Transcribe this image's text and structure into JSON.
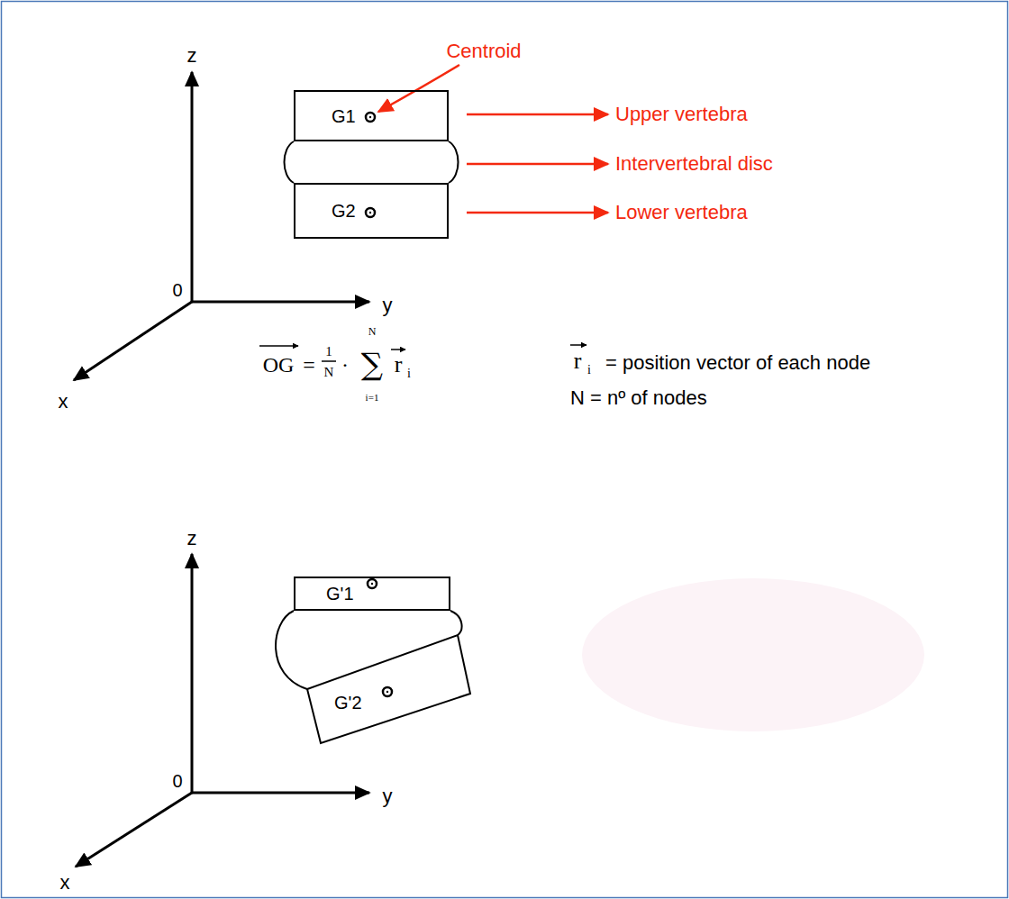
{
  "diagram": {
    "nodes": [
      {
        "text": [
          "G1"
        ]
      },
      {
        "text": [
          "G2"
        ]
      },
      {
        "text": [
          "G'1"
        ]
      },
      {
        "text": [
          "G'2"
        ]
      }
    ],
    "labels": [
      "z",
      "y",
      "0",
      "x",
      "Centroid",
      "Upper vertebra",
      "Intervertebral disc",
      "Lower vertebra",
      "OG",
      "=",
      "1",
      "N",
      "·",
      "∑",
      "N",
      "i=1",
      "r",
      "i",
      "r",
      "i",
      "= position vector of each node",
      "N = nº of nodes",
      "z",
      "y",
      "0",
      "x"
    ]
  }
}
